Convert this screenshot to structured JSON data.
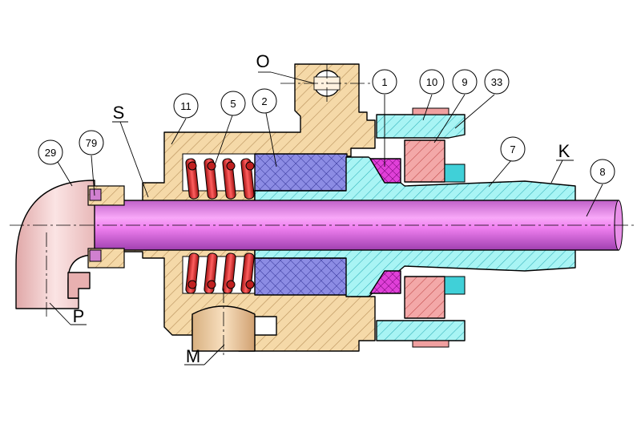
{
  "title": "Rotary union cross-section",
  "colors": {
    "housing": "#f5d9a8",
    "housing_hatch": "#c8a070",
    "shaft": "#9ff2f2",
    "shaft_hatch": "#40c0c8",
    "tube": "#f090f0",
    "tube_dark": "#b850c0",
    "packing": "#8080e0",
    "packing_hatch": "#3030a0",
    "spring": "#e03030",
    "nut": "#f0a0a0",
    "nut_hatch": "#c05050",
    "elbow": "#f0c4c4",
    "port": "#e8c8a0"
  },
  "callouts": {
    "c1": "1",
    "c2": "2",
    "c5": "5",
    "c7": "7",
    "c8": "8",
    "c9": "9",
    "c10": "10",
    "c11": "11",
    "c29": "29",
    "c33": "33",
    "c79": "79"
  },
  "letters": {
    "O": "O",
    "S": "S",
    "K": "K",
    "P": "P",
    "M": "M"
  }
}
